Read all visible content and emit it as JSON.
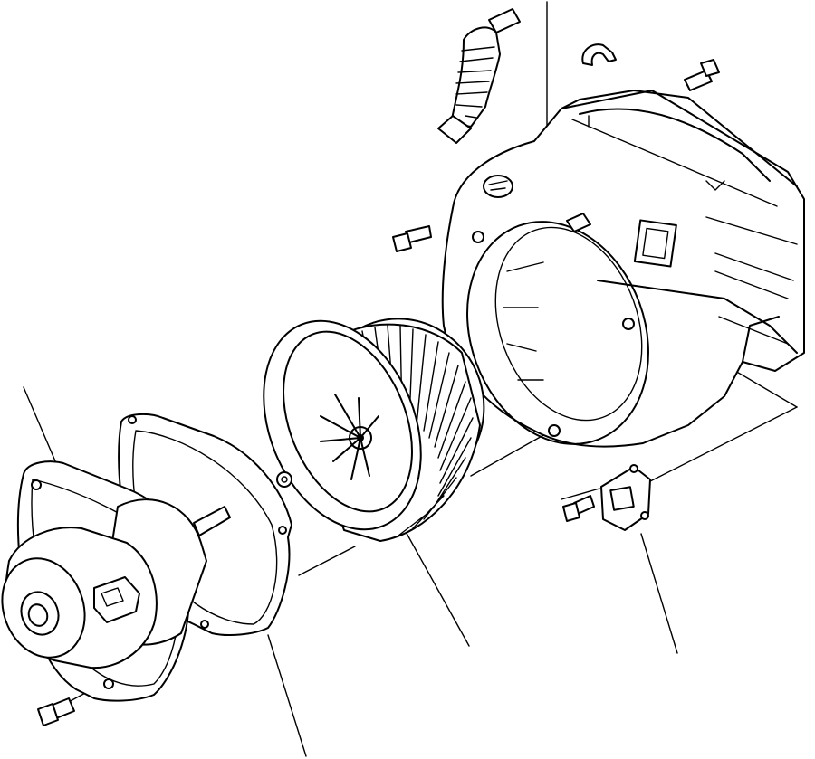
{
  "diagram": {
    "parts": [
      {
        "id": "hose",
        "icon": "hose-icon"
      },
      {
        "id": "clip",
        "icon": "clip-icon"
      },
      {
        "id": "bolt-top",
        "icon": "bolt-icon"
      },
      {
        "id": "bolt-left",
        "icon": "bolt-icon"
      },
      {
        "id": "blower-housing",
        "icon": "housing-icon"
      },
      {
        "id": "fan-wheel",
        "icon": "fan-icon"
      },
      {
        "id": "gasket",
        "icon": "gasket-icon"
      },
      {
        "id": "blower-motor",
        "icon": "motor-icon"
      },
      {
        "id": "resistor",
        "icon": "resistor-icon"
      },
      {
        "id": "screw-resistor",
        "icon": "screw-icon"
      },
      {
        "id": "screw-motor",
        "icon": "screw-icon"
      },
      {
        "id": "nut",
        "icon": "nut-icon"
      }
    ]
  }
}
